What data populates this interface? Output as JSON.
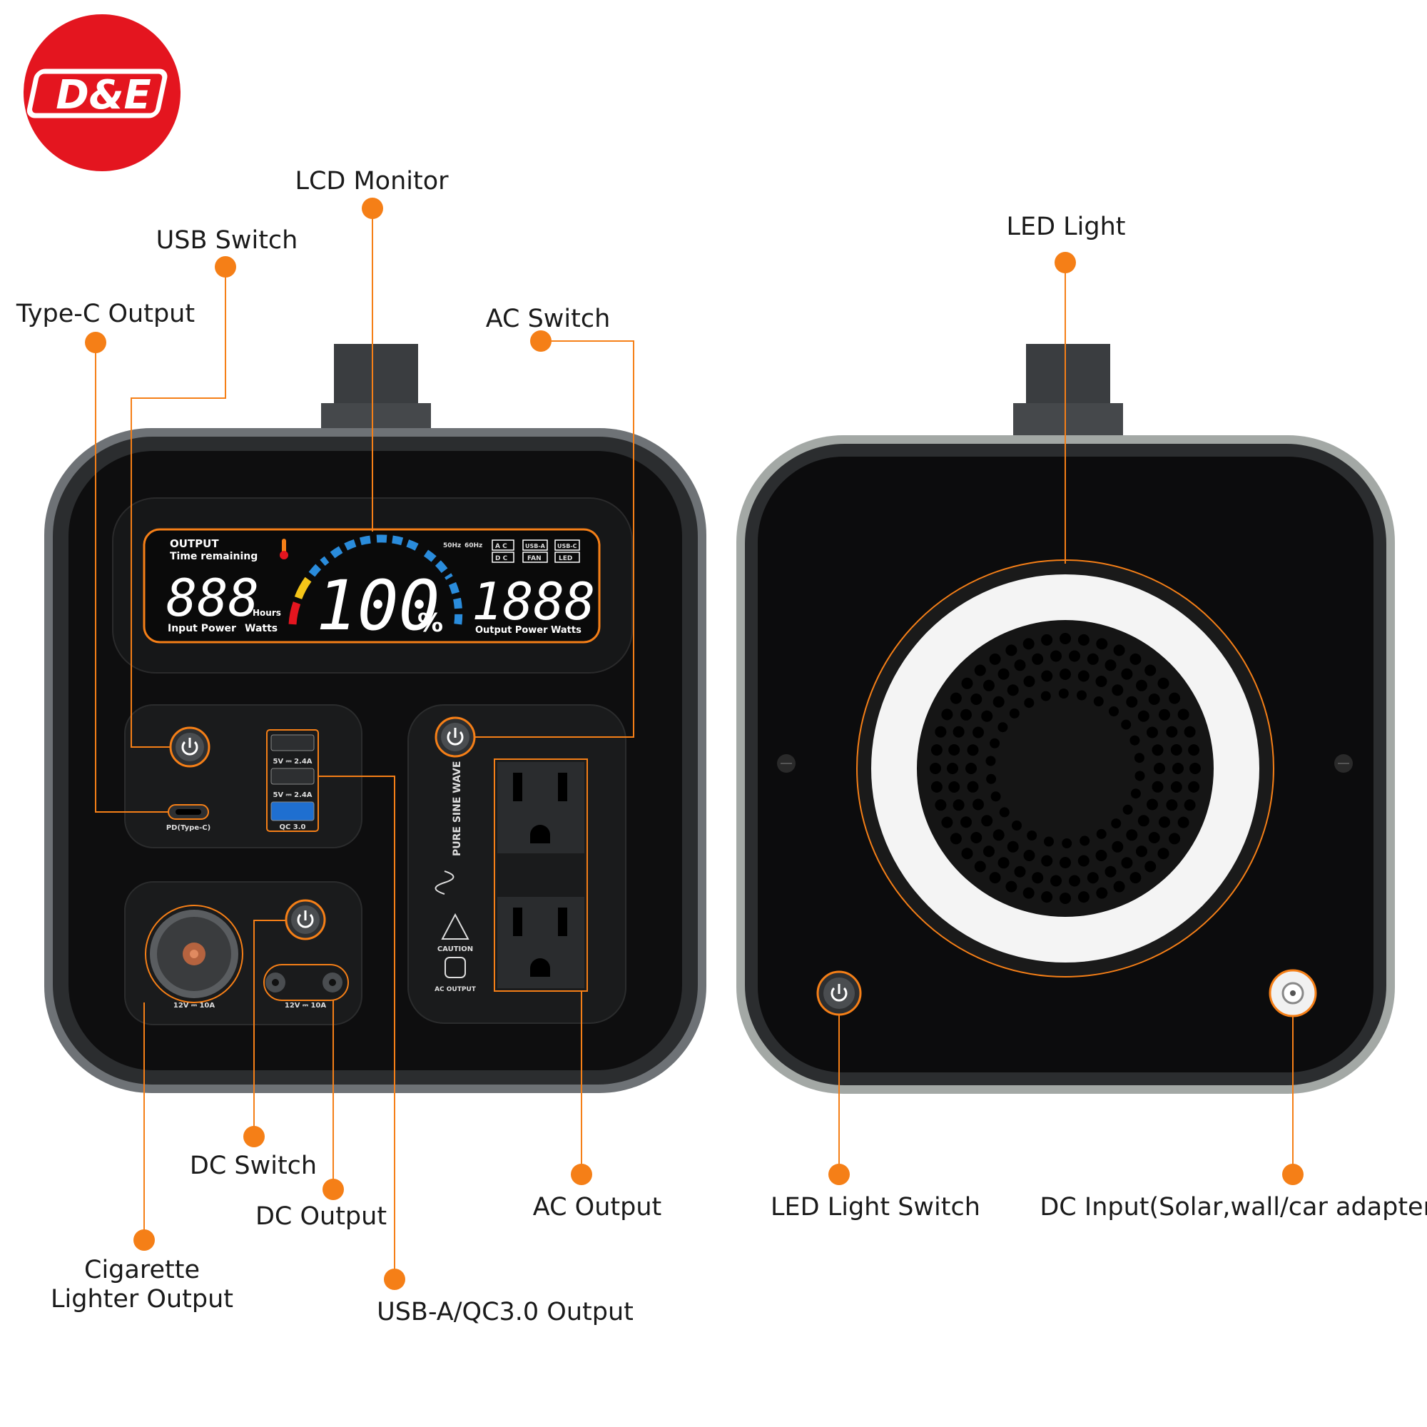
{
  "brand": {
    "logo_text": "D&E",
    "logo_color": "#e4151f"
  },
  "accent_color": "#f57f17",
  "callouts": {
    "lcd_monitor": "LCD Monitor",
    "usb_switch": "USB Switch",
    "type_c_output": "Type-C Output",
    "ac_switch": "AC Switch",
    "led_light": "LED Light",
    "dc_switch": "DC Switch",
    "dc_output": "DC Output",
    "ac_output": "AC Output",
    "cigarette_line1": "Cigarette",
    "cigarette_line2": "Lighter Output",
    "usb_a_output": "USB-A/QC3.0 Output",
    "led_light_switch": "LED Light Switch",
    "dc_input": "DC Input(Solar,wall/car adapter)"
  },
  "lcd": {
    "output_label": "OUTPUT",
    "time_remaining": "Time remaining",
    "hours_digits": "888",
    "hours_unit": "Hours",
    "input_power": "Input Power",
    "watts_left": "Watts",
    "percent_value": "100",
    "percent_sign": "%",
    "output_digits": "1888",
    "output_power": "Output Power",
    "watts_right": "Watts",
    "freq_50": "50Hz",
    "freq_60": "60Hz",
    "ind_ac": "A C",
    "ind_dc": "D C",
    "ind_usba": "USB-A",
    "ind_fan": "FAN",
    "ind_usbc": "USB-C",
    "ind_led": "LED"
  },
  "panel_labels": {
    "usb_rating_1": "5V ⎓ 2.4A",
    "usb_rating_2": "5V ⎓ 2.4A",
    "qc_label": "QC 3.0",
    "typec_label": "PD(Type-C)",
    "pure_sine": "PURE SINE WAVE",
    "caution": "CAUTION",
    "ac_output_small": "AC OUTPUT",
    "cig_rating": "12V ⎓ 10A",
    "dc_rating": "12V ⎓ 10A"
  }
}
